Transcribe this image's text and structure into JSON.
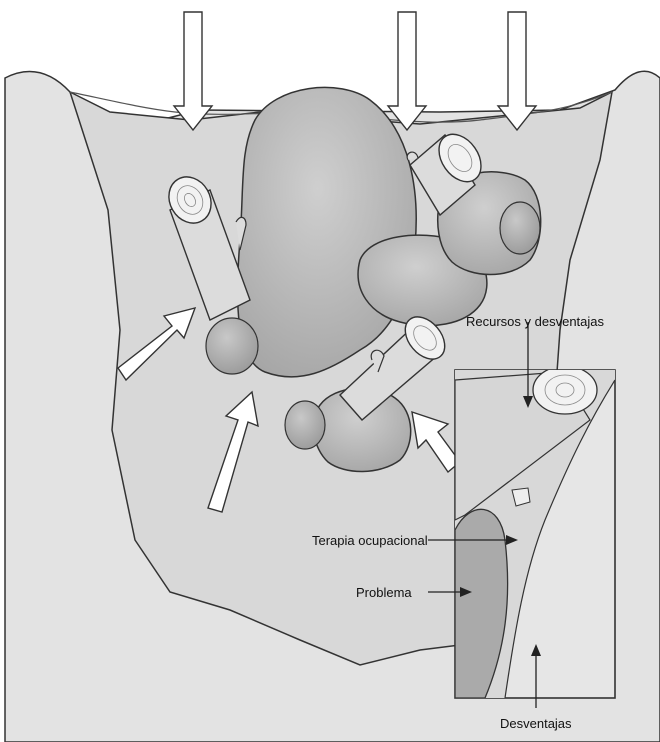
{
  "labels": {
    "resources": "Recursos y desventajas",
    "therapy": "Terapia ocupacional",
    "problem": "Problema",
    "disadvantages": "Desventajas"
  },
  "colors": {
    "ground": "#e6e6e6",
    "water": "#d4d4d4",
    "rock": "#b3b3b3",
    "rock_dark": "#9c9c9c",
    "log": "#dddddd",
    "arrow_fill": "#ffffff",
    "stroke": "#333333"
  }
}
